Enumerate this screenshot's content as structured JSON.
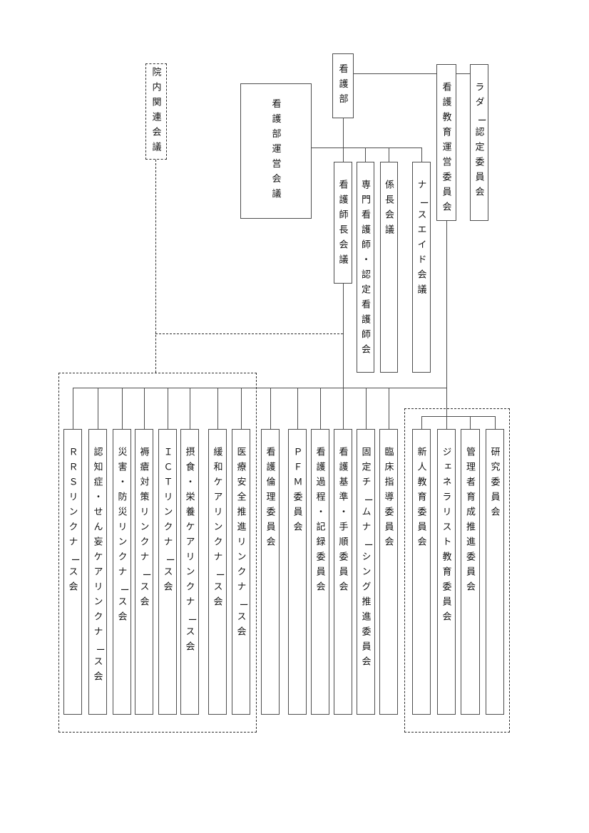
{
  "org": {
    "colors": {
      "background": "#ffffff",
      "line": "#4d4d4d",
      "text": "#111111"
    },
    "nursing_department": {
      "label": "看護部"
    },
    "in_hospital_related_meetings": {
      "label": "院内関連会議"
    },
    "nursing_dept_operations_meeting": {
      "label": "看護部運営会議"
    },
    "nursing_education_operations_committee": {
      "label": "看護教育運営委員会"
    },
    "ladder_certification_committee": {
      "label": "ラダー認定委員会"
    },
    "head_nurse_meeting": {
      "label": "看護師長会議"
    },
    "certified_nurse_specialists_meeting": {
      "label": "専門看護師・認定看護師会"
    },
    "section_chief_meeting": {
      "label": "係長会議"
    },
    "nurse_aide_meeting": {
      "label": "ナースエイド会議"
    },
    "link_nurse_groups": [
      {
        "label": "ＲＲＳリンクナース会"
      },
      {
        "label": "認知症・せん妄ケアリンクナース会"
      },
      {
        "label": "災害・防災リンクナース会"
      },
      {
        "label": "褥瘡対策リンクナース会"
      },
      {
        "label": "ＩＣＴリンクナース会"
      },
      {
        "label": "摂食・栄養ケアリンクナース会"
      },
      {
        "label": "緩和ケアリンクナース会"
      },
      {
        "label": "医療安全推進リンクナース会"
      }
    ],
    "committees": [
      {
        "label": "看護倫理委員会"
      },
      {
        "label": "ＰＦＭ委員会"
      },
      {
        "label": "看護過程・記録委員会"
      },
      {
        "label": "看護基準・手順委員会"
      },
      {
        "label": "固定チームナーシング推進委員会"
      },
      {
        "label": "臨床指導委員会"
      }
    ],
    "education_committees": [
      {
        "label": "新人教育委員会"
      },
      {
        "label": "ジェネラリスト教育委員会"
      },
      {
        "label": "管理者育成推進委員会"
      },
      {
        "label": "研究委員会"
      }
    ]
  }
}
